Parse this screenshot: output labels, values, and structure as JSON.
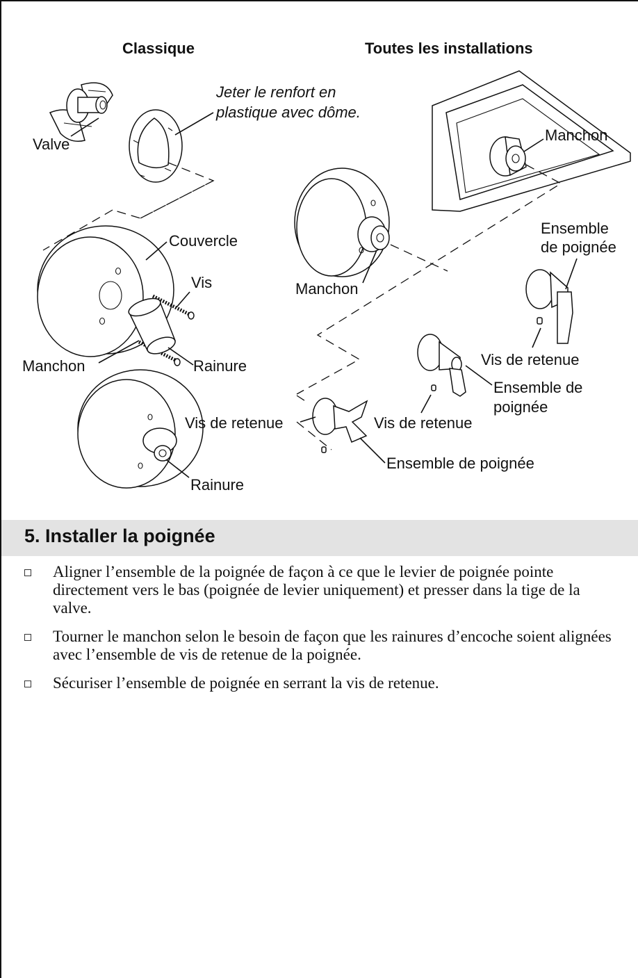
{
  "diagram": {
    "headers": {
      "classic": "Classique",
      "all": "Toutes les installations"
    },
    "note": [
      "Jeter le renfort en",
      "plastique avec dôme."
    ],
    "labels": {
      "valve": "Valve",
      "cover": "Couvercle",
      "screw": "Vis",
      "sleeve_left": "Manchon",
      "groove_top": "Rainure",
      "groove_bottom": "Rainure",
      "retaining_screw_left": "Vis de retenue",
      "sleeve_top_right": "Manchon",
      "sleeve_mid": "Manchon",
      "handle_assembly_top": [
        "Ensemble",
        "de poignée"
      ],
      "retaining_screw_right": "Vis de retenue",
      "handle_assembly_mid": [
        "Ensemble de",
        "poignée"
      ],
      "retaining_screw_mid": "Vis de retenue",
      "handle_assembly_bottom": "Ensemble de poignée"
    }
  },
  "section": {
    "title": "5. Installer la poignée"
  },
  "steps": [
    "Aligner l’ensemble de la poignée de façon à ce que le levier de poignée pointe directement vers le bas (poignée de levier uniquement) et presser dans la tige de la valve.",
    "Tourner le manchon selon le besoin de façon que les rainures d’encoche soient alignées avec l’ensemble de vis de retenue de la poignée.",
    "Sécuriser l’ensemble de poignée en serrant la vis de retenue."
  ]
}
